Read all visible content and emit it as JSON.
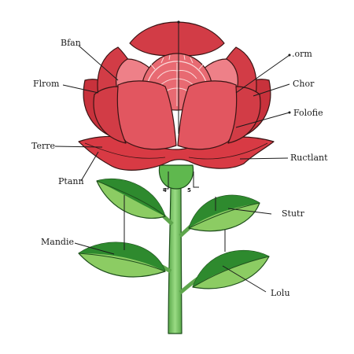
{
  "colors": {
    "petal_dark": "#c8323c",
    "petal_mid": "#e25660",
    "petal_light": "#ee8088",
    "petal_inner": "#f6a9ad",
    "stem": "#7cc66a",
    "leaf_dark": "#2e8a2e",
    "leaf_light": "#8ccc63",
    "outline": "#3a1414"
  },
  "labels": {
    "bfan": "Bfan",
    "orm": ".orm",
    "from": "Flrom",
    "chor": "Chor",
    "folofie": "Folofie",
    "terre": "Terre",
    "ructlant": "Ructlant",
    "ptann": "Ptann",
    "stutr": "Stutr",
    "mandie": "Mandie",
    "lolu": "Lolu",
    "num4": "4",
    "num5": "5"
  }
}
